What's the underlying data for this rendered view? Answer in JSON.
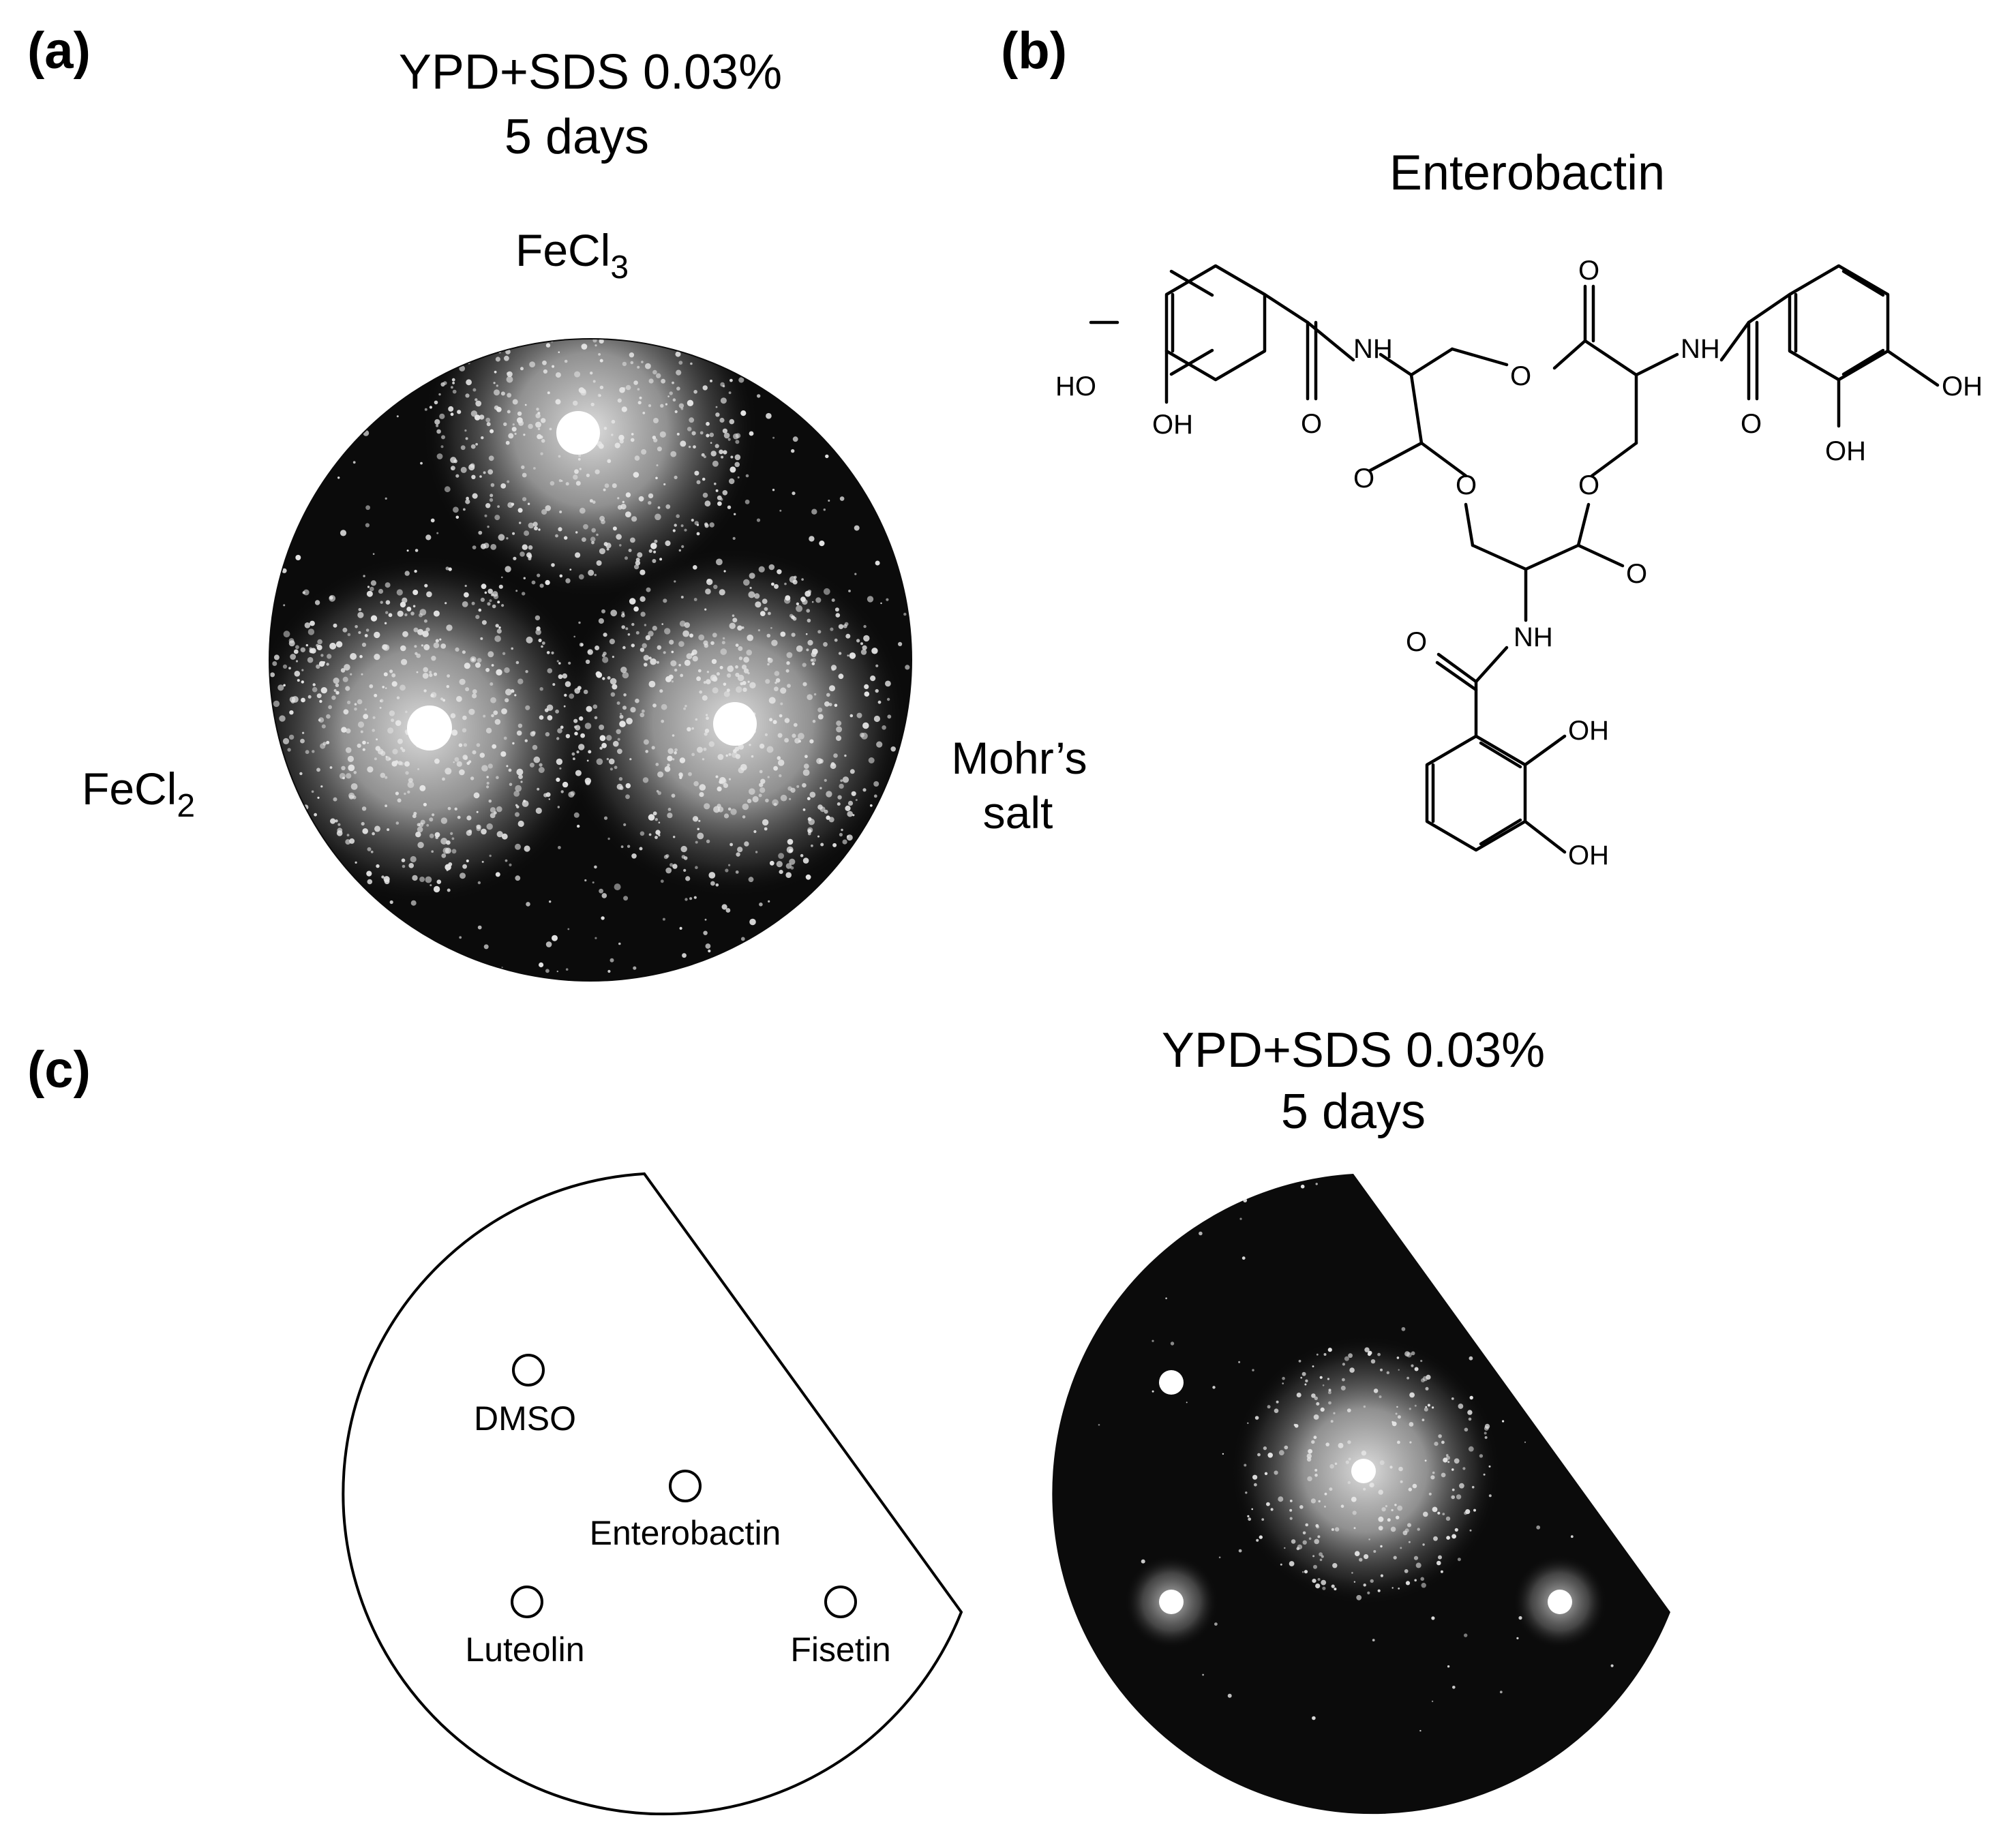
{
  "panel_a": {
    "letter": "(a)",
    "condition_line1": "YPD+SDS 0.03%",
    "condition_line2": "5 days",
    "label_top": "FeCl",
    "label_top_sub": "3",
    "label_left": "FeCl",
    "label_left_sub": "2",
    "label_right_line1": "Mohr’s",
    "label_right_line2": "salt"
  },
  "panel_b": {
    "letter": "(b)",
    "title": "Enterobactin",
    "atoms": {
      "ho": "HO",
      "oh": "OH",
      "nh": "NH",
      "o": "O"
    }
  },
  "panel_c": {
    "letter": "(c)",
    "condition_line1": "YPD+SDS 0.03%",
    "condition_line2": "5 days",
    "well_labels": [
      "DMSO",
      "Enterobactin",
      "Luteolin",
      "Fisetin"
    ]
  },
  "colors": {
    "plate_dark": "#0b0b0b",
    "halo": "#cfcfcf",
    "well": "#ffffff"
  }
}
